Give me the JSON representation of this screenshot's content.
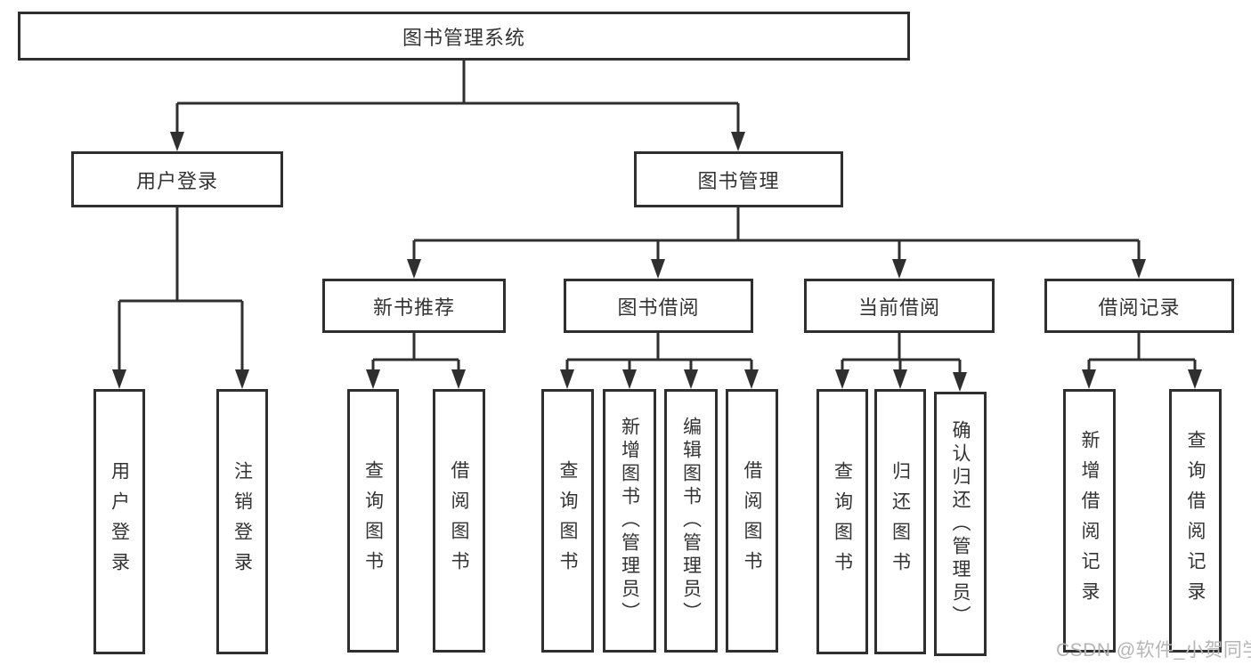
{
  "diagram": {
    "root": {
      "label": "图书管理系统"
    },
    "user_login": {
      "label": "用户登录",
      "children": [
        {
          "label": "用户登录"
        },
        {
          "label": "注销登录"
        }
      ]
    },
    "book_mgmt": {
      "label": "图书管理",
      "sections": [
        {
          "label": "新书推荐",
          "children": [
            {
              "label": "查询图书"
            },
            {
              "label": "借阅图书"
            }
          ]
        },
        {
          "label": "图书借阅",
          "children": [
            {
              "label": "查询图书"
            },
            {
              "label": "新增图书（管理员）"
            },
            {
              "label": "编辑图书（管理员）"
            },
            {
              "label": "借阅图书"
            }
          ]
        },
        {
          "label": "当前借阅",
          "children": [
            {
              "label": "查询图书"
            },
            {
              "label": "归还图书"
            },
            {
              "label": "确认归还（管理员）"
            }
          ]
        },
        {
          "label": "借阅记录",
          "children": [
            {
              "label": "新增借阅记录"
            },
            {
              "label": "查询借阅记录"
            }
          ]
        }
      ]
    },
    "watermark": {
      "text": "CSDN @软件_小贺同学"
    },
    "colors": {
      "line": "#2f2f2f",
      "box_border": "#2f2f2f",
      "text": "#333333",
      "watermark": "#b5b5b5",
      "background": "#ffffff"
    }
  }
}
